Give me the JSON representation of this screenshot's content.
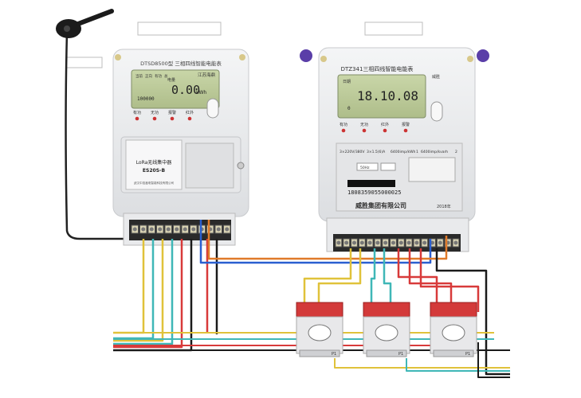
{
  "meter1": {
    "model": "DTSD8500型 三相四线智能电能表",
    "brand": "江苏海鼎",
    "unit": "kWh",
    "lcd_main": "0.00",
    "lcd_sub": "100000",
    "lcd_label": "电量",
    "lcd_tags": [
      "当前",
      "正向",
      "有功",
      "总"
    ],
    "indicators": [
      "有功",
      "无功",
      "报警",
      "红外"
    ],
    "module_name": "LoRa无线集中器",
    "module_model": "ES20S-B",
    "module_company": "武汉中技鑫电智能科技有限公司"
  },
  "meter2": {
    "model": "DTZ341三相四线智能电能表",
    "brand": "威胜",
    "lcd_main": "18.10.08",
    "lcd_sub": "0",
    "lcd_label": "日期",
    "indicators": [
      "有功",
      "无功",
      "红外",
      "报警"
    ],
    "spec_voltage": "3×220V/380V",
    "spec_current": "3×1.5(6)A",
    "spec_const1": "6400imp/kWh",
    "spec_const2": "6400imp/kvarh",
    "spec_freq": "50Hz",
    "serial": "1808359055000025",
    "company": "威胜集团有限公司",
    "year": "2018年",
    "tag1": "1",
    "tag2": "2"
  },
  "ct_label": "P1",
  "colors": {
    "yellow": "#e0c23a",
    "cyan": "#3fb7b7",
    "red": "#d83a3a",
    "black": "#1a1a1a",
    "blue": "#2a5fd0",
    "orange": "#e07a2a",
    "meter_body": "#ecedef",
    "lcd": "#b9c89a"
  }
}
